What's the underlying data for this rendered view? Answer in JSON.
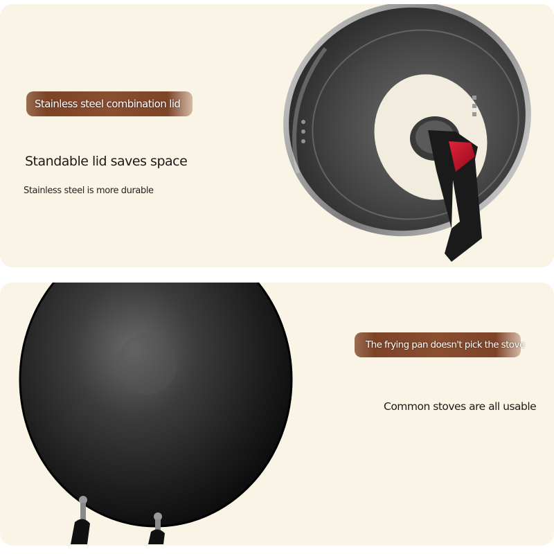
{
  "top_panel": {
    "banner": "Stainless steel combination lid",
    "heading": "Standable lid saves space",
    "subtext": "Stainless steel is more durable"
  },
  "bottom_panel": {
    "banner": "The frying pan doesn't pick the stove",
    "heading": "Common stoves are all usable"
  },
  "colors": {
    "background": "#f9f4e6",
    "banner": "#8a4e30",
    "handle_accent": "#c8102e"
  }
}
